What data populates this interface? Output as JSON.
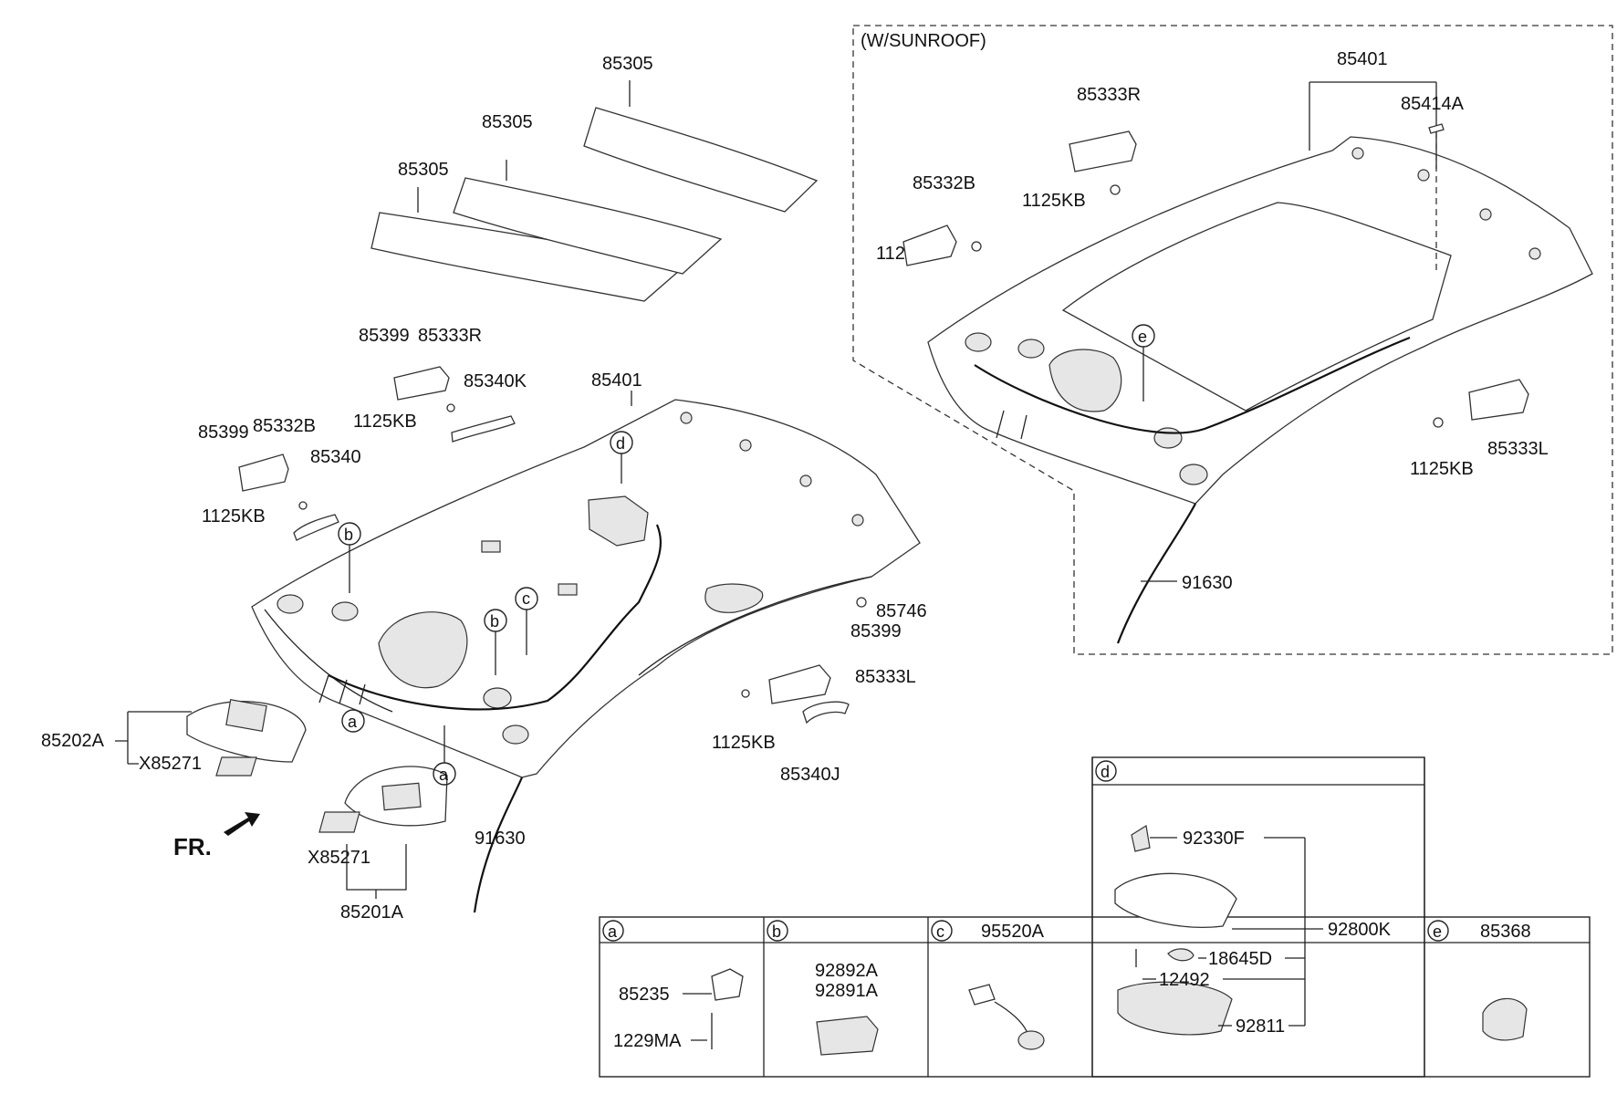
{
  "inset_title": "(W/SUNROOF)",
  "fr_label": "FR.",
  "labels": {
    "pad1": "85305",
    "pad2": "85305",
    "pad3": "85305",
    "l85399a": "85399",
    "l85333r": "85333R",
    "l85340k": "85340K",
    "l1125kb_a": "1125KB",
    "l85399b": "85399",
    "l85332b": "85332B",
    "l85340": "85340",
    "l1125kb_b": "1125KB",
    "l85401": "85401",
    "l85746": "85746",
    "l85399c": "85399",
    "l85333l": "85333L",
    "l1125kb_c": "1125KB",
    "l85340j": "85340J",
    "l85202a": "85202A",
    "lx85271a": "X85271",
    "lx85271b": "X85271",
    "l85201a": "85201A",
    "l91630": "91630",
    "s85401": "85401",
    "s85333r": "85333R",
    "s85414a": "85414A",
    "s85332b": "85332B",
    "s1125kb_a": "1125KB",
    "s1125kb_b": "1125KB",
    "s1125kb_c": "1125KB",
    "s85333l": "85333L",
    "s91630": "91630"
  },
  "circles": {
    "a1": "a",
    "a2": "a",
    "b1": "b",
    "b2": "b",
    "c1": "c",
    "d1": "d",
    "e1": "e"
  },
  "table": {
    "a": {
      "letter": "a",
      "parts": [
        "85235",
        "1229MA"
      ]
    },
    "b": {
      "letter": "b",
      "parts": [
        "92892A",
        "92891A"
      ]
    },
    "c": {
      "letter": "c",
      "header": "95520A"
    },
    "d": {
      "letter": "d",
      "parts": [
        "92330F",
        "92800K",
        "18645D",
        "12492",
        "92811"
      ]
    },
    "e": {
      "letter": "e",
      "header": "85368"
    }
  }
}
